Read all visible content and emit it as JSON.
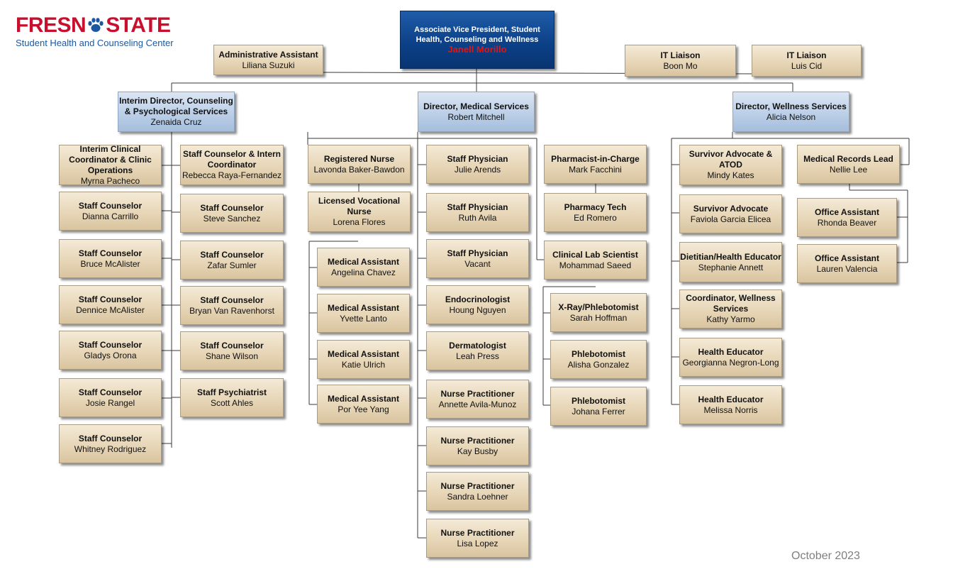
{
  "logo": {
    "word_left": "FRESN",
    "word_right": "STATE",
    "subtitle": "Student Health and Counseling Center"
  },
  "date": "October 2023",
  "colors": {
    "brand_red": "#c8102e",
    "brand_blue": "#1c58a0",
    "top_box": "#0b3f86",
    "leader_name": "#e01515"
  },
  "positions": [
    {
      "id": "avp",
      "title": "Associate Vice President, Student Health, Counseling and Wellness",
      "name": "Janell Morillo"
    },
    {
      "id": "admin-asst",
      "title": "Administrative Assistant",
      "name": "Liliana Suzuki"
    },
    {
      "id": "it-1",
      "title": "IT Liaison",
      "name": "Boon Mo"
    },
    {
      "id": "it-2",
      "title": "IT Liaison",
      "name": "Luis Cid"
    },
    {
      "id": "dir-counsel",
      "title": "Interim Director, Counseling & Psychological Services",
      "name": "Zenaida Cruz"
    },
    {
      "id": "dir-med",
      "title": "Director, Medical Services",
      "name": "Robert Mitchell"
    },
    {
      "id": "dir-well",
      "title": "Director, Wellness Services",
      "name": "Alicia Nelson"
    },
    {
      "id": "c-coord",
      "title": "Interim Clinical Coordinator & Clinic Operations",
      "name": "Myrna Pacheco"
    },
    {
      "id": "c-l1",
      "title": "Staff Counselor",
      "name": "Dianna Carrillo"
    },
    {
      "id": "c-l2",
      "title": "Staff Counselor",
      "name": "Bruce McAlister"
    },
    {
      "id": "c-l3",
      "title": "Staff Counselor",
      "name": "Dennice McAlister"
    },
    {
      "id": "c-l4",
      "title": "Staff Counselor",
      "name": "Gladys Orona"
    },
    {
      "id": "c-l5",
      "title": "Staff Counselor",
      "name": "Josie  Rangel"
    },
    {
      "id": "c-l6",
      "title": "Staff Counselor",
      "name": "Whitney Rodriguez"
    },
    {
      "id": "c-r0",
      "title": "Staff Counselor & Intern Coordinator",
      "name": "Rebecca Raya-Fernandez"
    },
    {
      "id": "c-r1",
      "title": "Staff Counselor",
      "name": "Steve Sanchez"
    },
    {
      "id": "c-r2",
      "title": "Staff Counselor",
      "name": "Zafar Sumler"
    },
    {
      "id": "c-r3",
      "title": "Staff Counselor",
      "name": "Bryan Van Ravenhorst"
    },
    {
      "id": "c-r4",
      "title": "Staff Counselor",
      "name": "Shane Wilson"
    },
    {
      "id": "c-r5",
      "title": "Staff Psychiatrist",
      "name": "Scott Ahles"
    },
    {
      "id": "rn",
      "title": "Registered Nurse",
      "name": "Lavonda Baker-Bawdon"
    },
    {
      "id": "lvn",
      "title": "Licensed Vocational Nurse",
      "name": "Lorena Flores"
    },
    {
      "id": "ma1",
      "title": "Medical Assistant",
      "name": "Angelina Chavez"
    },
    {
      "id": "ma2",
      "title": "Medical Assistant",
      "name": "Yvette Lanto"
    },
    {
      "id": "ma3",
      "title": "Medical Assistant",
      "name": "Katie Ulrich"
    },
    {
      "id": "ma4",
      "title": "Medical Assistant",
      "name": "Por Yee Yang"
    },
    {
      "id": "sp1",
      "title": "Staff Physician",
      "name": "Julie Arends"
    },
    {
      "id": "sp2",
      "title": "Staff Physician",
      "name": "Ruth Avila"
    },
    {
      "id": "sp3",
      "title": "Staff Physician",
      "name": "Vacant"
    },
    {
      "id": "endo",
      "title": "Endocrinologist",
      "name": "Houng Nguyen"
    },
    {
      "id": "derm",
      "title": "Dermatologist",
      "name": "Leah Press"
    },
    {
      "id": "np1",
      "title": "Nurse Practitioner",
      "name": "Annette Avila-Munoz"
    },
    {
      "id": "np2",
      "title": "Nurse Practitioner",
      "name": "Kay Busby"
    },
    {
      "id": "np3",
      "title": "Nurse Practitioner",
      "name": "Sandra Loehner"
    },
    {
      "id": "np4",
      "title": "Nurse Practitioner",
      "name": "Lisa Lopez"
    },
    {
      "id": "pharm",
      "title": "Pharmacist-in-Charge",
      "name": "Mark Facchini"
    },
    {
      "id": "ptech",
      "title": "Pharmacy Tech",
      "name": "Ed Romero"
    },
    {
      "id": "cls",
      "title": "Clinical Lab Scientist",
      "name": "Mohammad Saeed"
    },
    {
      "id": "xray",
      "title": "X-Ray/Phlebotomist",
      "name": "Sarah Hoffman"
    },
    {
      "id": "phleb1",
      "title": "Phlebotomist",
      "name": "Alisha Gonzalez"
    },
    {
      "id": "phleb2",
      "title": "Phlebotomist",
      "name": "Johana Ferrer"
    },
    {
      "id": "w1",
      "title": "Survivor Advocate & ATOD",
      "name": "Mindy Kates"
    },
    {
      "id": "w2",
      "title": "Survivor Advocate",
      "name": "Faviola Garcia Elicea"
    },
    {
      "id": "w3",
      "title": "Dietitian/Health Educator",
      "name": "Stephanie Annett"
    },
    {
      "id": "w4",
      "title": "Coordinator, Wellness Services",
      "name": "Kathy Yarmo"
    },
    {
      "id": "w5",
      "title": "Health Educator",
      "name": "Georgianna Negron-Long"
    },
    {
      "id": "w6",
      "title": "Health Educator",
      "name": "Melissa Norris"
    },
    {
      "id": "mrl",
      "title": "Medical Records Lead",
      "name": "Nellie Lee"
    },
    {
      "id": "oa1",
      "title": "Office Assistant",
      "name": "Rhonda Beaver"
    },
    {
      "id": "oa2",
      "title": "Office Assistant",
      "name": "Lauren Valencia"
    }
  ]
}
